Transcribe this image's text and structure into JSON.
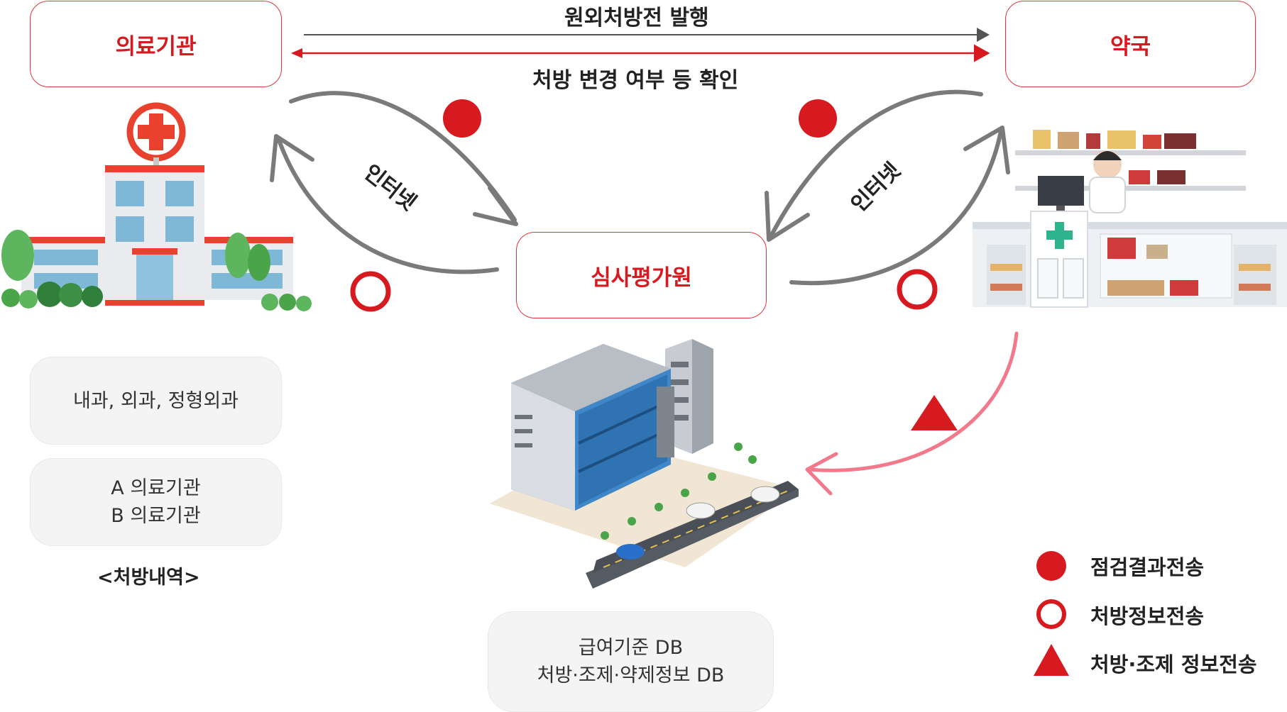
{
  "nodes": {
    "medical": "의료기관",
    "pharmacy": "약국",
    "hira": "심사평가원"
  },
  "flows": {
    "top_arrow": "원외처방전 발행",
    "bottom_arrow": "처방 변경 여부 등 확인",
    "internet_left": "인터넷",
    "internet_right": "인터넷"
  },
  "medical_info": {
    "departments": "내과, 외과, 정형외과",
    "institution_a": "A 의료기관",
    "institution_b": "B 의료기관",
    "caption": "<처방내역>"
  },
  "db_info": {
    "line1": "급여기준 DB",
    "line2": "처방·조제·약제정보 DB"
  },
  "legend": {
    "filled_circle": "점검결과전송",
    "hollow_circle": "처방정보전송",
    "triangle": "처방·조제 정보전송"
  },
  "colors": {
    "brand_red": "#d71920",
    "pink_arrow": "#f2788c",
    "gray_arrow": "#7a7a7a"
  }
}
